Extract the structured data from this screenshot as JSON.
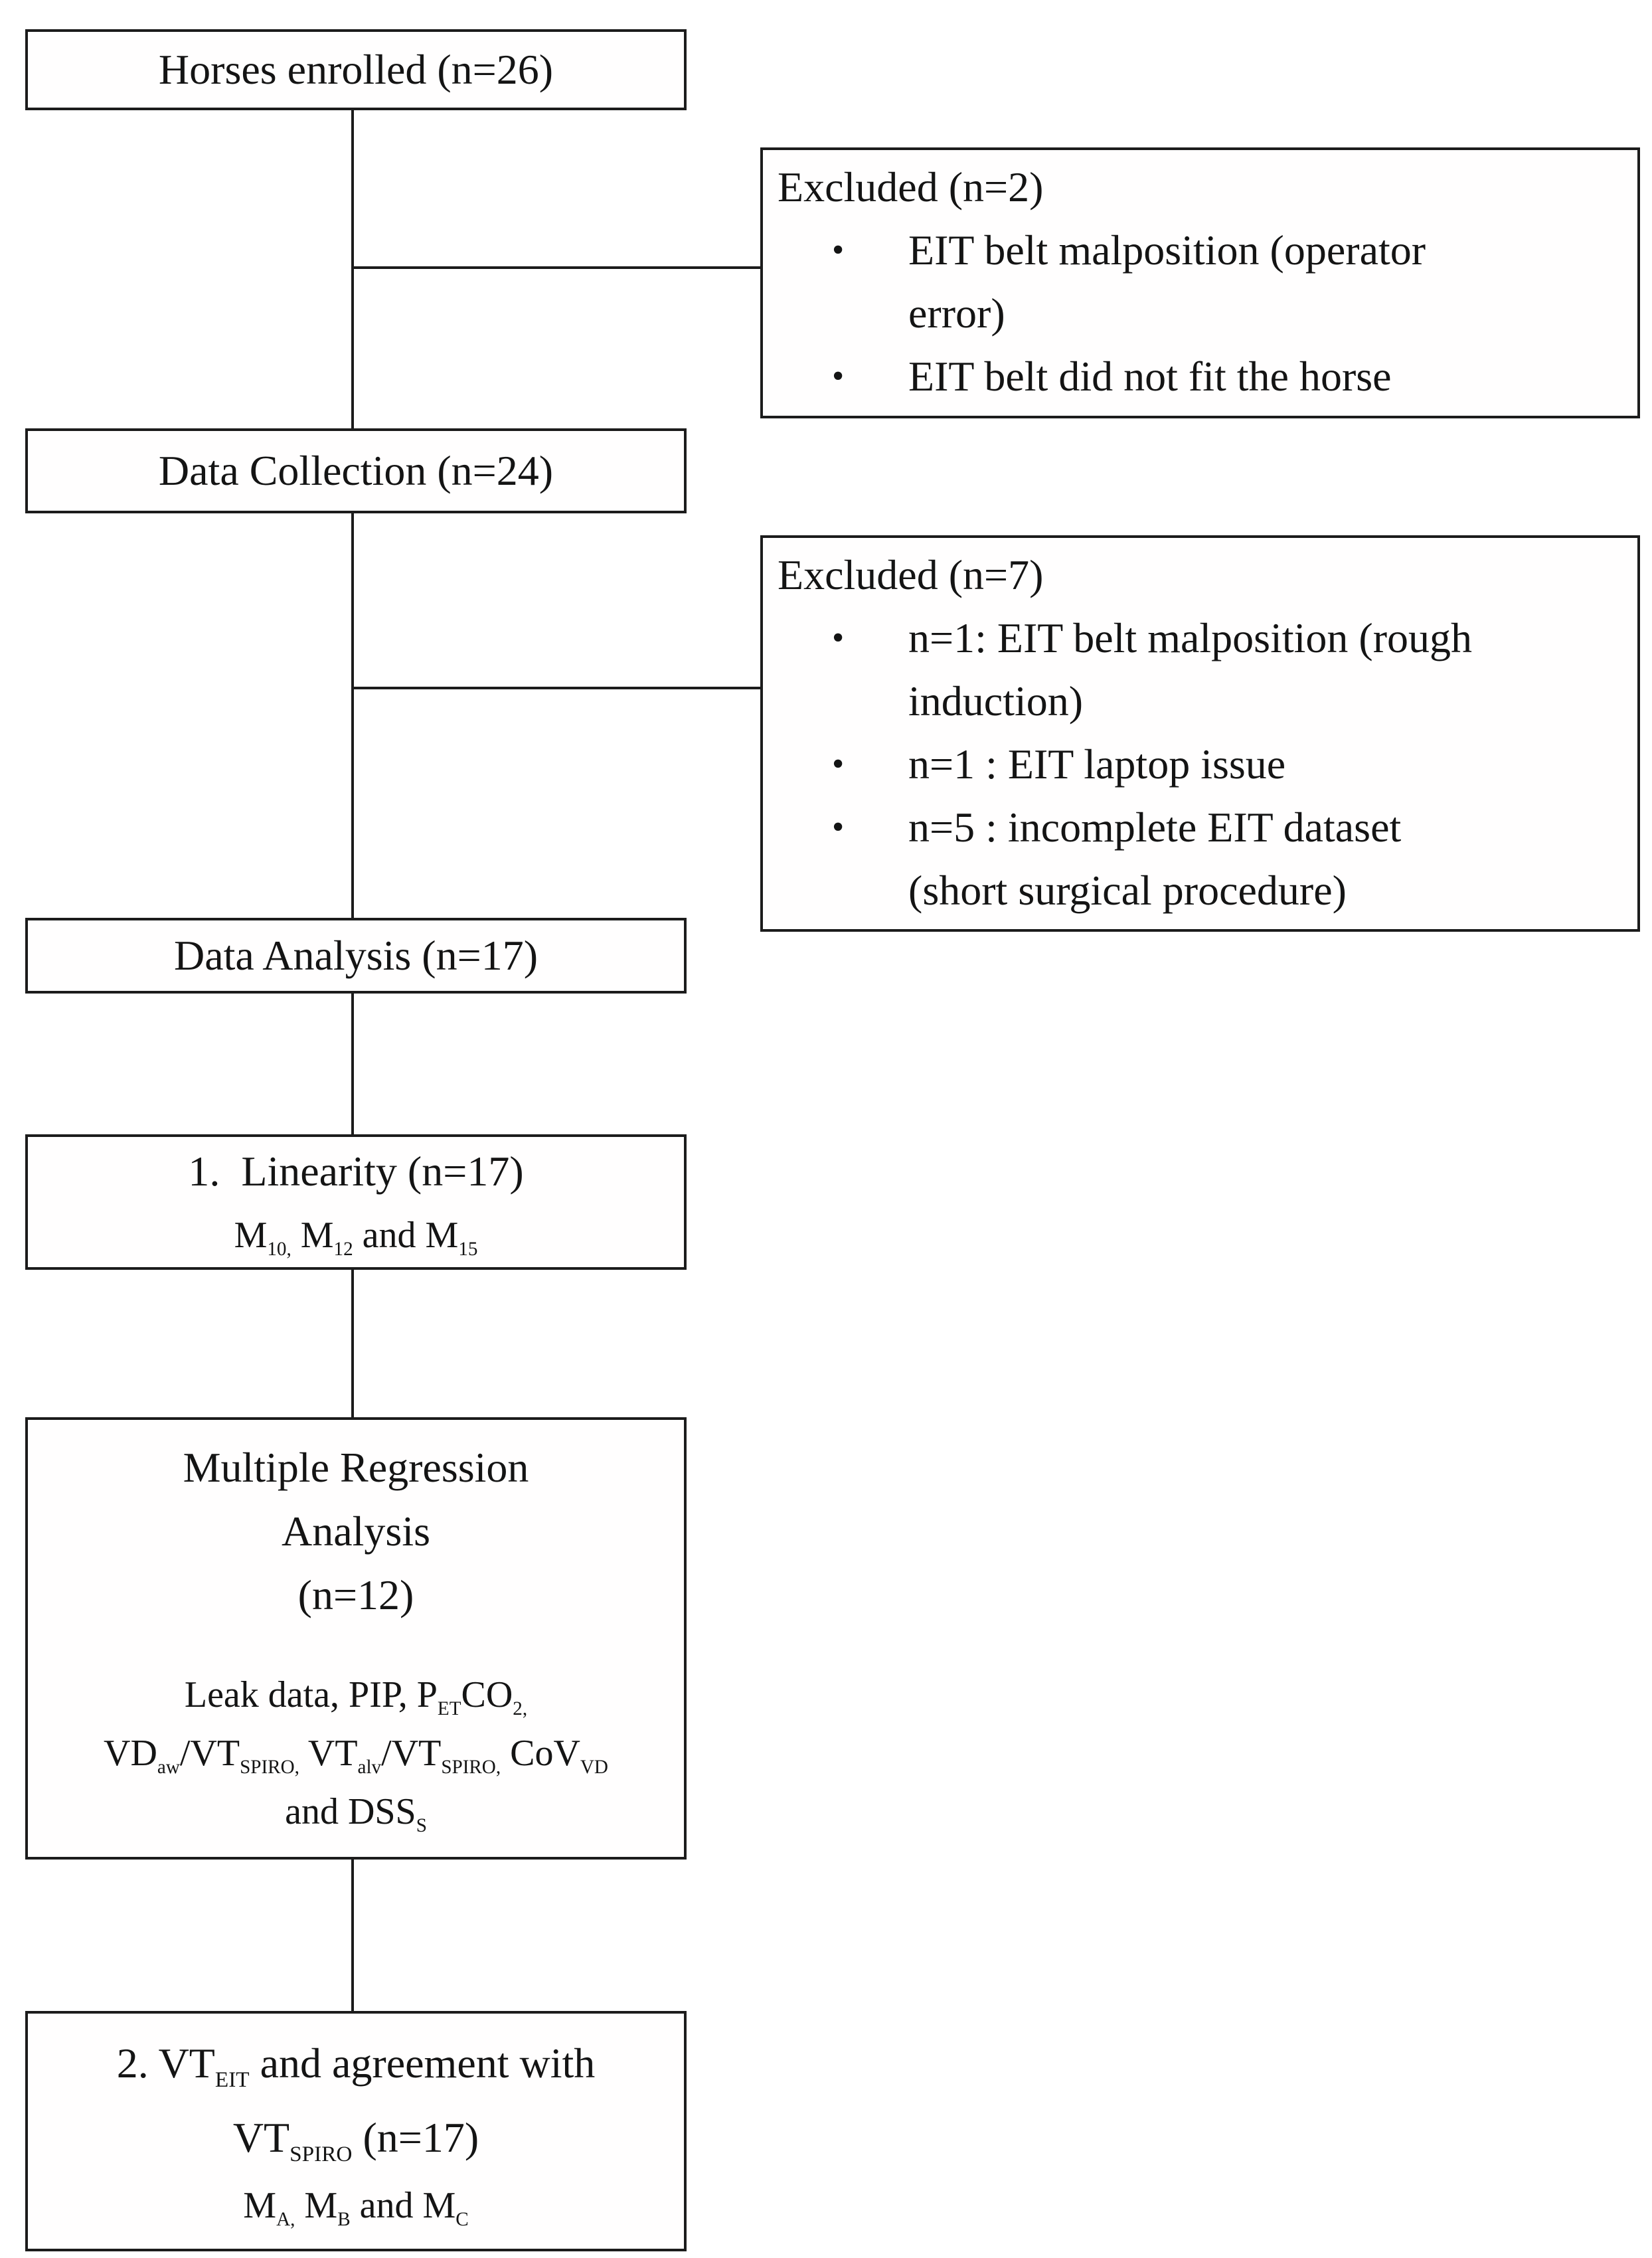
{
  "diagram": {
    "background": "#ffffff",
    "line_color": "#1c1c1c",
    "text_color": "#141414",
    "bullet_glyph": "•",
    "nodes": {
      "enrolled": {
        "title": "Horses enrolled (n=26)"
      },
      "excluded_1": {
        "header": "Excluded (n=2)",
        "bullets": [
          [
            "EIT belt malposition (operator",
            "error)"
          ],
          [
            "EIT belt did not fit the horse"
          ]
        ]
      },
      "collection": {
        "title": "Data Collection (n=24)"
      },
      "excluded_2": {
        "header": "Excluded (n=7)",
        "bullets": [
          [
            "n=1: EIT belt malposition (rough",
            "induction)"
          ],
          [
            "n=1 : EIT laptop issue"
          ],
          [
            "n=5 : incomplete EIT dataset",
            "(short surgical procedure)"
          ]
        ]
      },
      "analysis": {
        "title": "Data Analysis (n=17)"
      },
      "linearity": {
        "title": "1.  Linearity (n=17)",
        "methods": [
          {
            "t": "M"
          },
          {
            "sub": "10,"
          },
          {
            "t": " M"
          },
          {
            "sub": "12"
          },
          {
            "t": " and M"
          },
          {
            "sub": "15"
          }
        ]
      },
      "regression": {
        "title_lines": [
          "Multiple Regression",
          "Analysis",
          "(n=12)"
        ],
        "predictor_lines": [
          [
            {
              "t": "Leak data, PIP, P"
            },
            {
              "sub": "ET"
            },
            {
              "t": "CO"
            },
            {
              "sub": "2,"
            }
          ],
          [
            {
              "t": "VD"
            },
            {
              "sub": "aw"
            },
            {
              "t": "/VT"
            },
            {
              "sub": "SPIRO,"
            },
            {
              "t": " VT"
            },
            {
              "sub": "alv"
            },
            {
              "t": "/VT"
            },
            {
              "sub": "SPIRO,"
            },
            {
              "t": " CoV"
            },
            {
              "sub": "VD"
            }
          ],
          [
            {
              "t": "and DSS"
            },
            {
              "sub": "S"
            }
          ]
        ]
      },
      "agreement": {
        "lines": [
          [
            {
              "t": "2. VT"
            },
            {
              "sub": "EIT"
            },
            {
              "t": " and agreement with"
            }
          ],
          [
            {
              "t": "VT"
            },
            {
              "sub": "SPIRO"
            },
            {
              "t": " (n=17)"
            }
          ],
          [
            {
              "t": "M"
            },
            {
              "sub": "A,"
            },
            {
              "t": " M"
            },
            {
              "sub": "B"
            },
            {
              "t": " and M"
            },
            {
              "sub": "C"
            }
          ]
        ]
      }
    }
  }
}
